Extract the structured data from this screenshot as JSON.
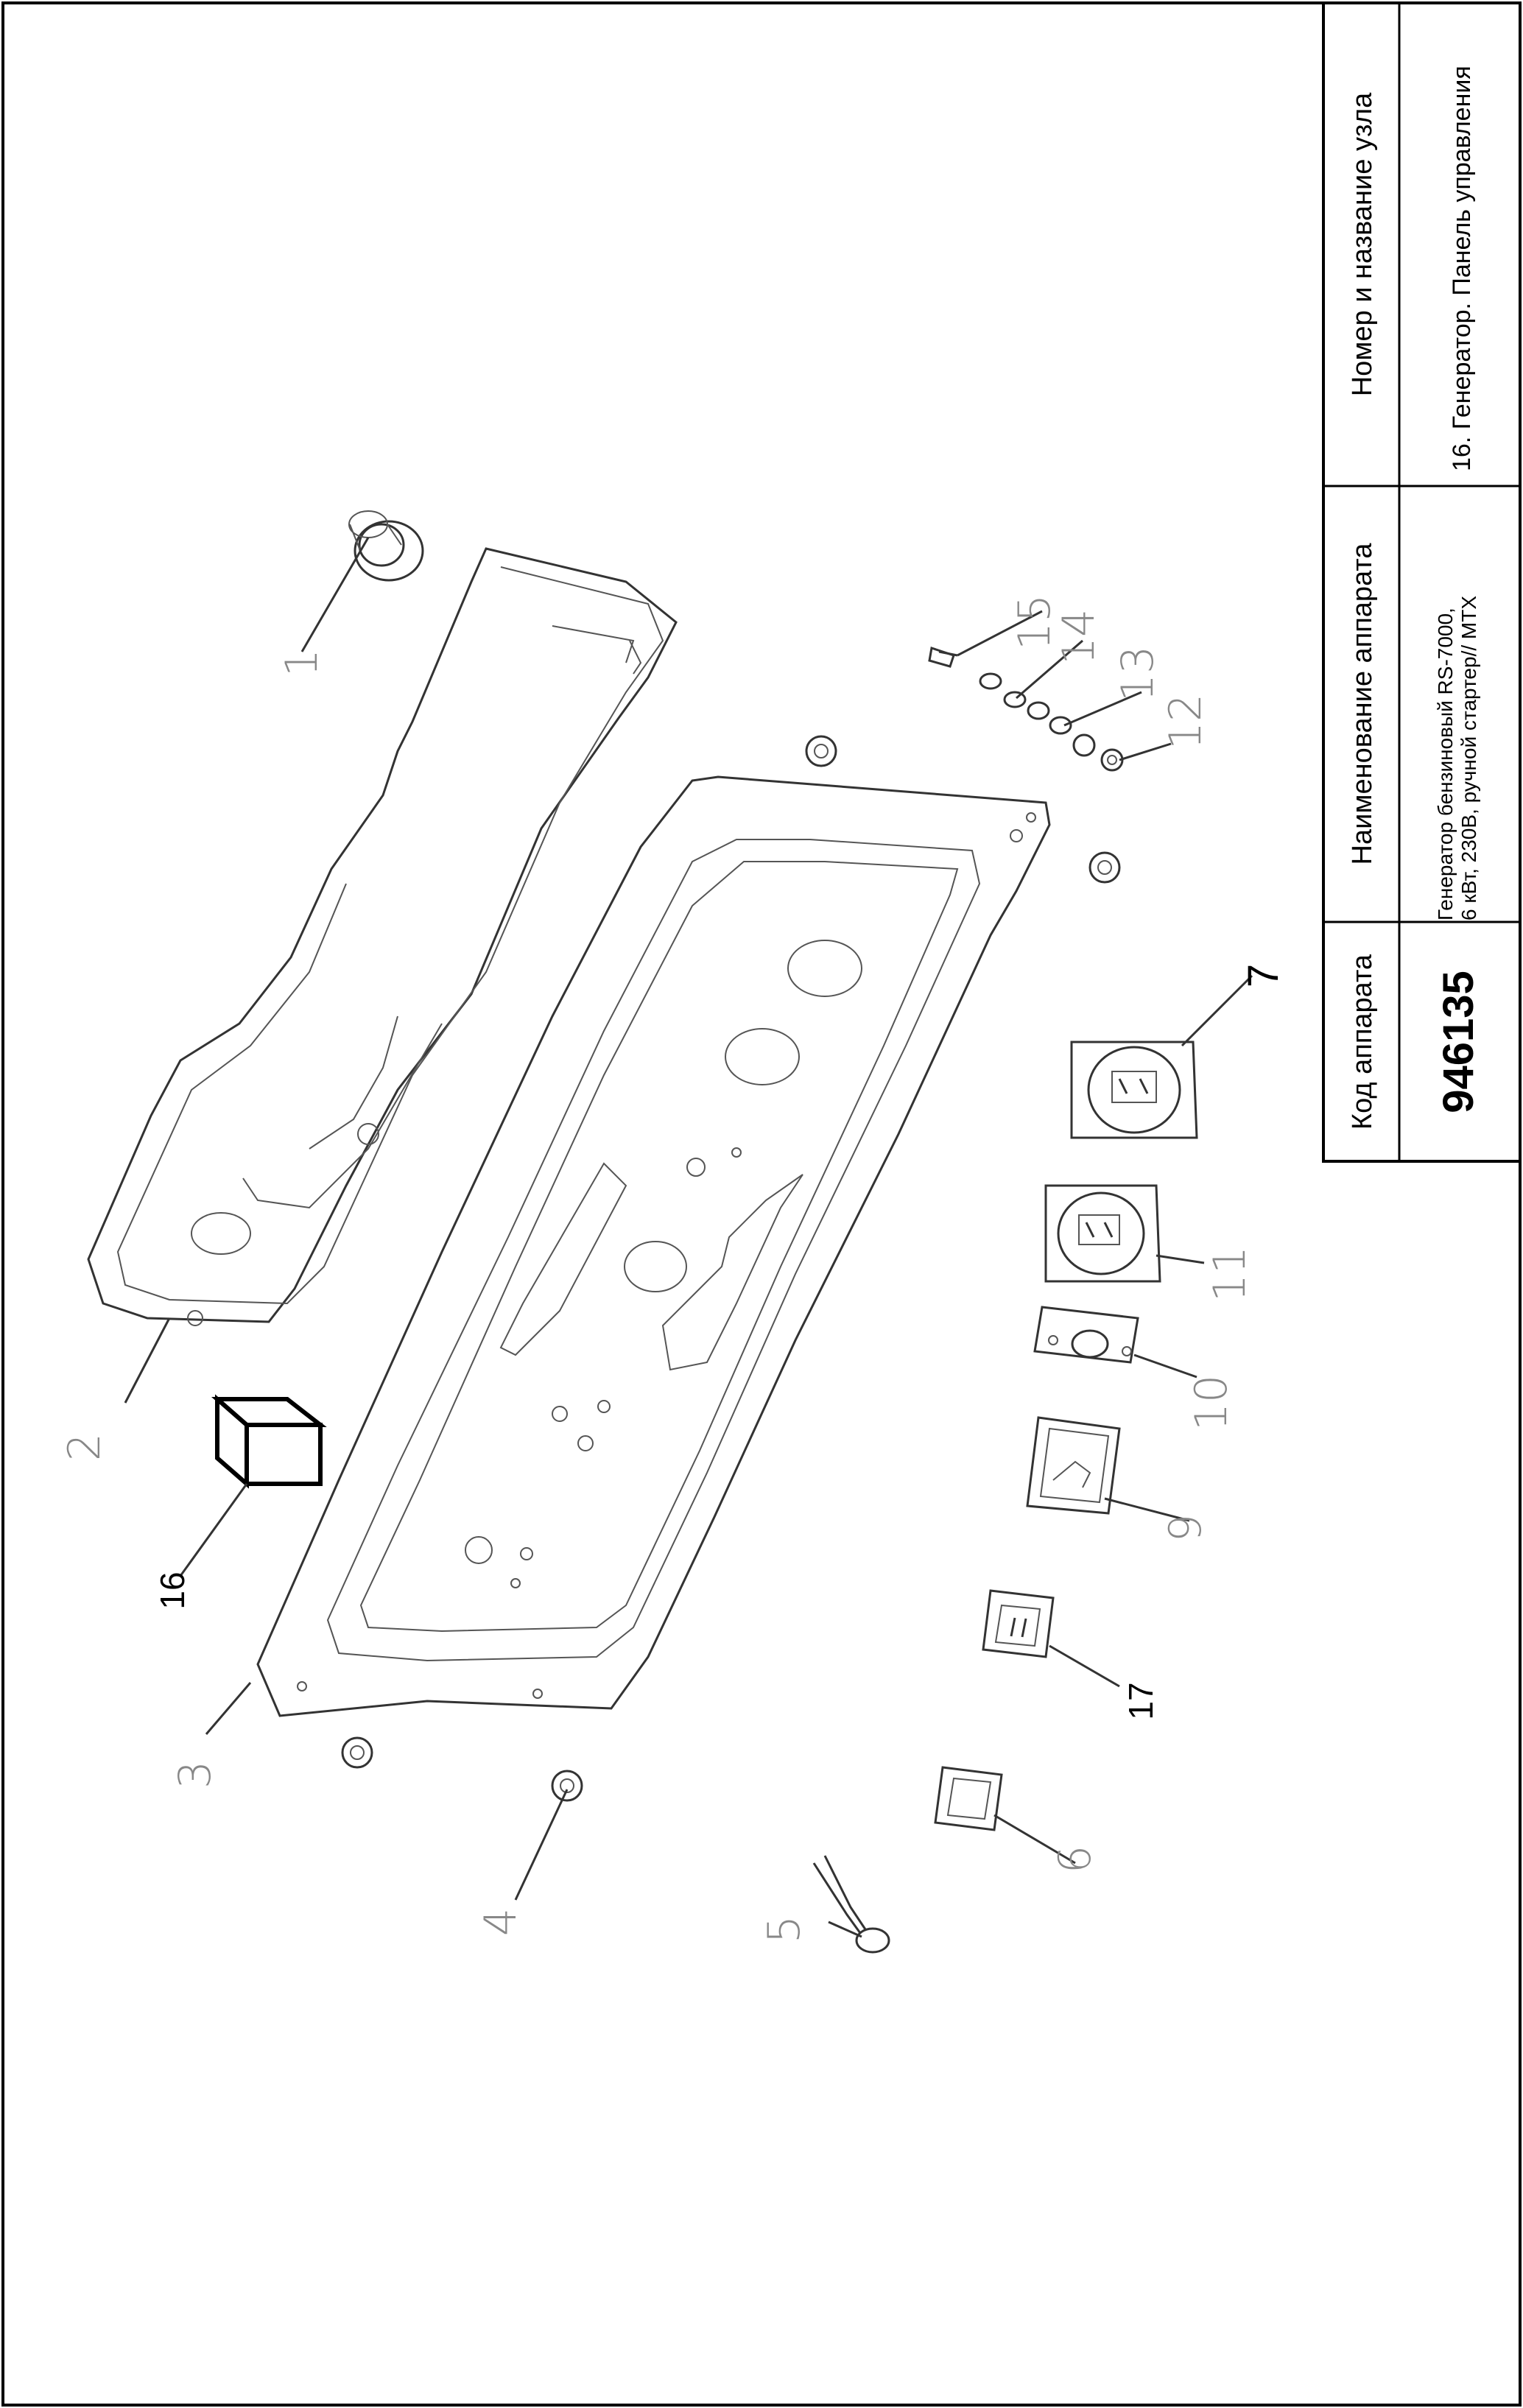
{
  "title_block": {
    "col_code": {
      "header": "Код аппарата",
      "value": "946135"
    },
    "col_name": {
      "header": "Наименование аппарата",
      "value_line1": "Генератор бензиновый RS-7000,",
      "value_line2": "6 кВт, 230В, ручной стартер// MTX"
    },
    "col_node": {
      "header": "Номер и название узла",
      "value": "16. Генератор. Панель управления"
    }
  },
  "callouts": [
    "1",
    "2",
    "3",
    "4",
    "5",
    "6",
    "7",
    "9",
    "10",
    "11",
    "12",
    "13",
    "14",
    "15",
    "16",
    "17"
  ]
}
